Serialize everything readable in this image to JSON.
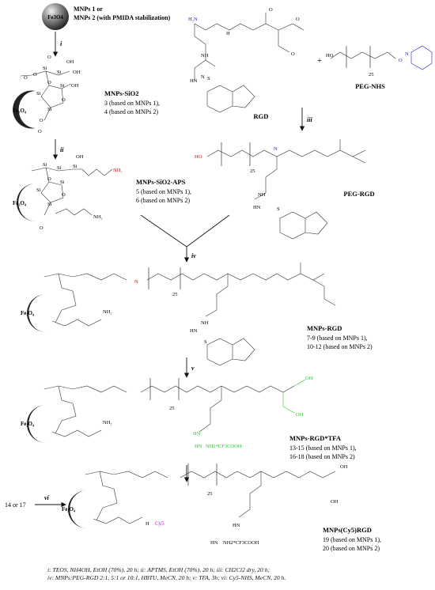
{
  "start": {
    "core": "Fe3O4",
    "label_line1": "MNPs 1 or",
    "label_line2": "MNPs 2 (with PMIDA stabilization)"
  },
  "reagents": {
    "rgd": "RGD",
    "peg_nhs": "PEG-NHS",
    "peg_rgd": "PEG-RGD",
    "plus": "+",
    "peg_repeat": "25"
  },
  "steps": {
    "i": "i",
    "ii": "ii",
    "iii": "iii",
    "iv": "iv",
    "v": "v",
    "vi": "vi"
  },
  "products": {
    "sio2": {
      "name": "MNPs-SiO2",
      "l1": "3 (based on MNPs 1),",
      "l2": "4 (based on MNPs 2)"
    },
    "aps": {
      "name": "MNPs-SiO2-APS",
      "l1": "5 (based on MNPs 1),",
      "l2": "6 (based on MNPs 2)"
    },
    "rgd": {
      "name": "MNPs-RGD",
      "l1": "7-9 (based on MNPs 1),",
      "l2": "10-12 (based on MNPs 2)"
    },
    "tfa": {
      "name": "MNPs-RGD*TFA",
      "l1": "13-15 (based on MNPs 1),",
      "l2": "16-18 (based on MNPs 2)"
    },
    "cy5": {
      "name": "MNPs(Cy5)RGD",
      "l1": "19 (based on MNPs 1),",
      "l2": "20 (based on MNPs 2)"
    }
  },
  "misc": {
    "start_14_17": "14 or 17",
    "cy5": "Cy5",
    "nh2_tfa": "NH2*CF3COOH"
  },
  "colors": {
    "red": "#e00000",
    "blue": "#1a1ae6",
    "green": "#22cc22",
    "magenta": "#e000e0"
  },
  "caption": {
    "line1": "i: TEOS, NH4OH, EtOH (70%), 20 h; ii: APTMS, EtOH (70%), 20 h; iii: CH2Cl2 dry, 20 h;",
    "line2": "iv: MNPs:PEG-RGD 2:1, 5:1 or 10:1, HBTU, MeCN, 20 h; v: TFA, 3h; vi: Cy5-NHS, MeCN, 20 h."
  }
}
